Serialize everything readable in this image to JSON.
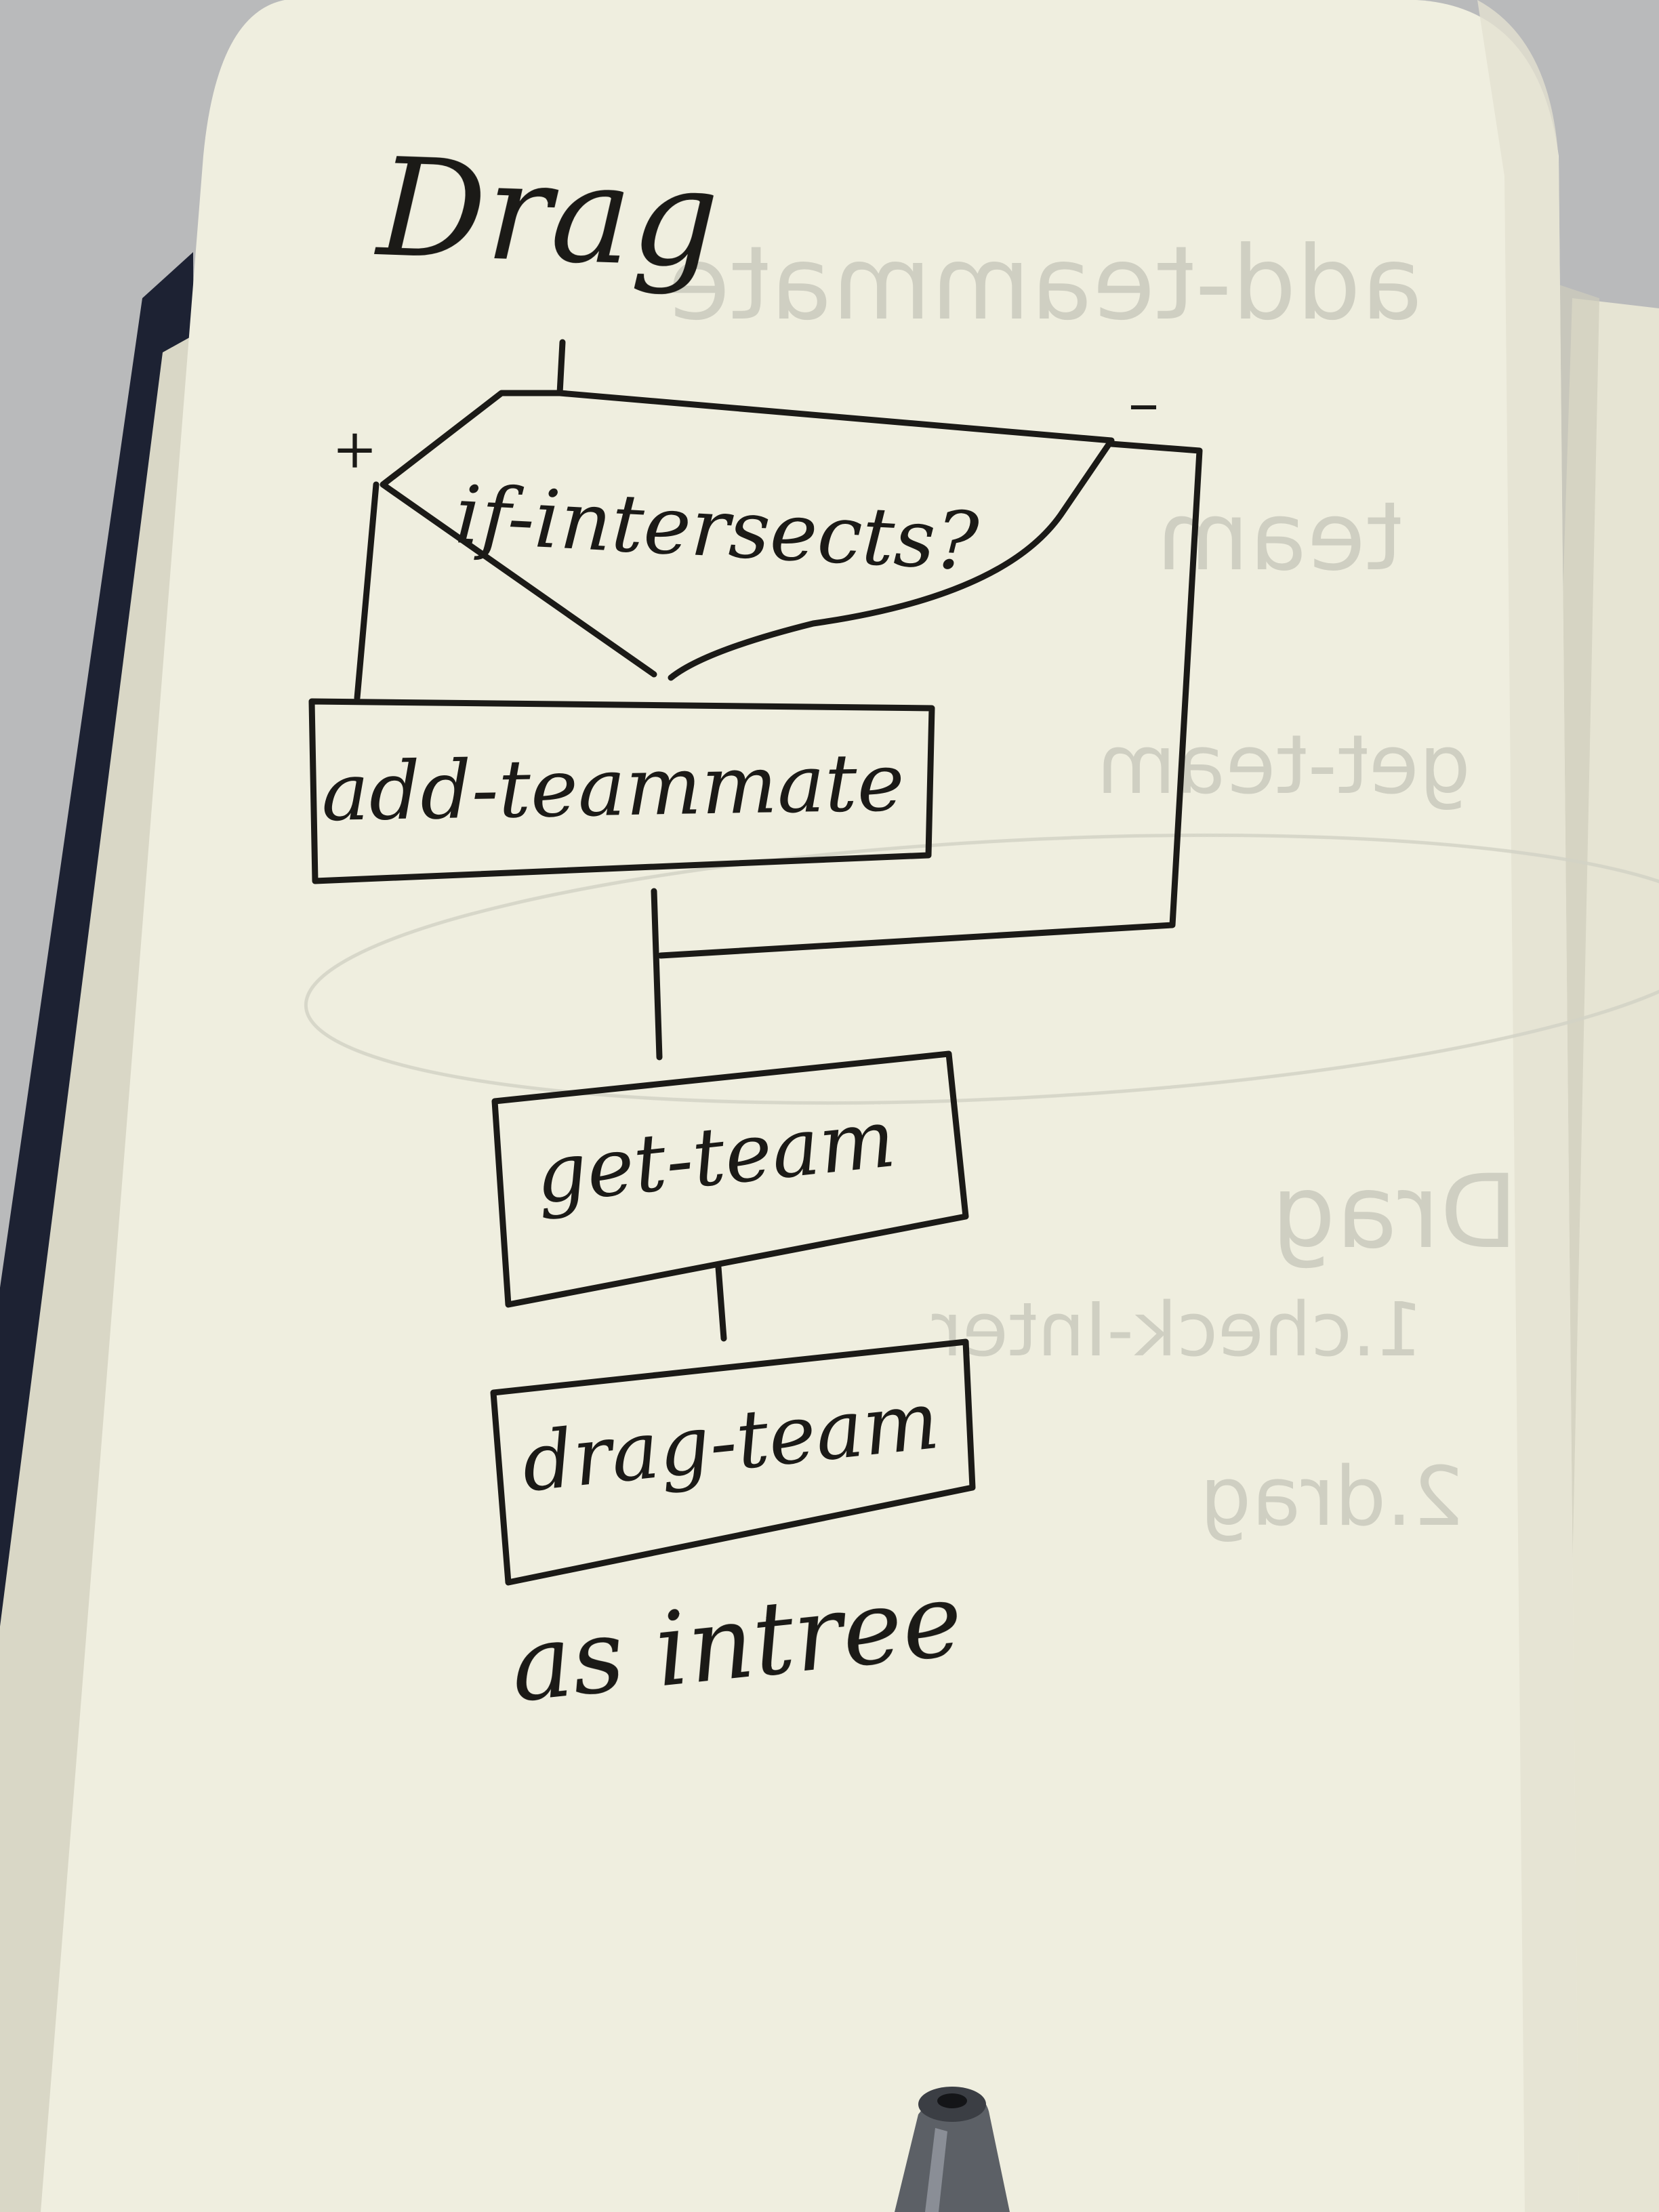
{
  "photo": {
    "subject": "handwritten flowchart in a notebook",
    "colors": {
      "table": "#b9babb",
      "page": "#efeedf",
      "right_page": "#e6e4d3",
      "cover": "#1d2233",
      "ink": "#1b1a17",
      "bleed_through": "#c9c9bd",
      "pen_body": "#5c6066"
    }
  },
  "flowchart": {
    "title": "Drag",
    "plus_marker": "+",
    "minus_marker": "–",
    "decision": "if-intersects?",
    "steps": [
      "add-teammate",
      "get-team",
      "drag-team"
    ],
    "caption": "as intree"
  },
  "bleed_through": {
    "lines": [
      "add-teammate",
      "team",
      "get-team",
      "Drag",
      "1.check-Inter",
      "2.drag"
    ]
  }
}
